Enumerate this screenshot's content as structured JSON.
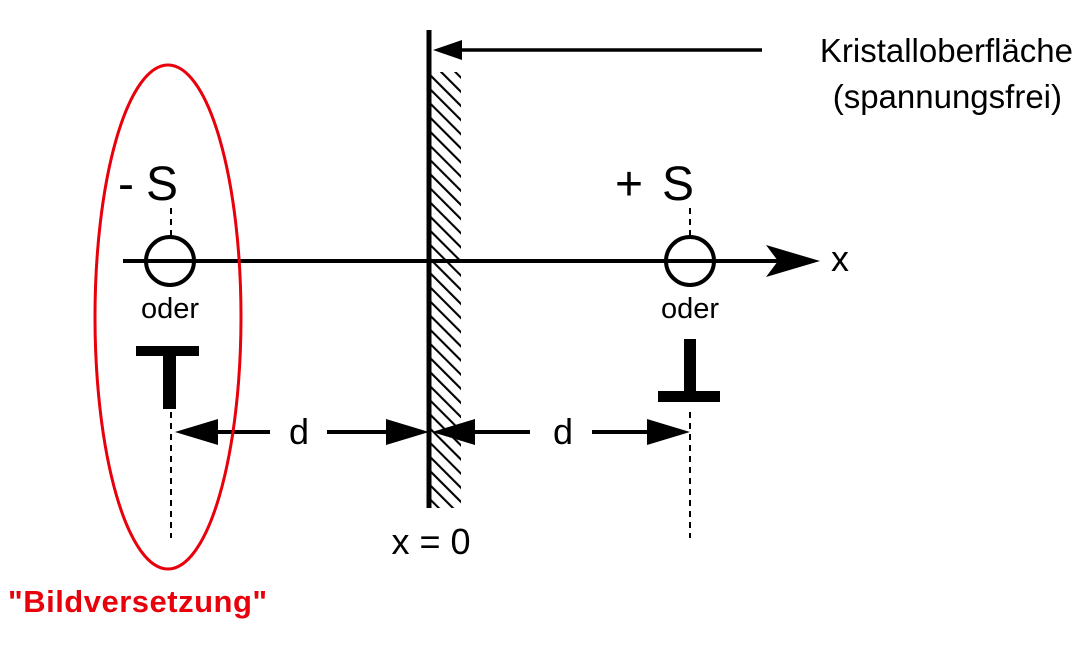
{
  "surface_label": {
    "line1": "Kristalloberfläche",
    "line2": "(spannungsfrei)"
  },
  "left": {
    "sign": "-",
    "symbol": "S",
    "or_text": "oder"
  },
  "right": {
    "sign": "+",
    "symbol": "S",
    "or_text": "oder"
  },
  "axis_label": "x",
  "distance_left": "d",
  "distance_right": "d",
  "origin_label": "x = 0",
  "image_caption": "\"Bildversetzung\"",
  "colors": {
    "highlight": "#e8000b",
    "line": "#000000"
  }
}
